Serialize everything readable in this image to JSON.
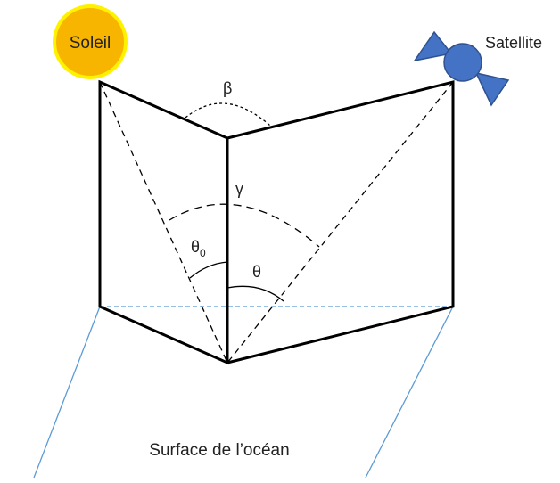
{
  "labels": {
    "sun": "Soleil",
    "satellite": "Satellite",
    "surface": "Surface de l’océan",
    "beta": "β",
    "gamma": "γ",
    "theta0": "θ",
    "theta0_sub": "0",
    "theta": "θ"
  },
  "colors": {
    "sun_fill": "#F7B500",
    "sun_stroke": "#FFF200",
    "satellite": "#4472C4",
    "surface_lines": "#5B9BD5",
    "lines": "#000000"
  },
  "icons": {
    "sun": "sun-icon",
    "satellite": "satellite-icon"
  }
}
